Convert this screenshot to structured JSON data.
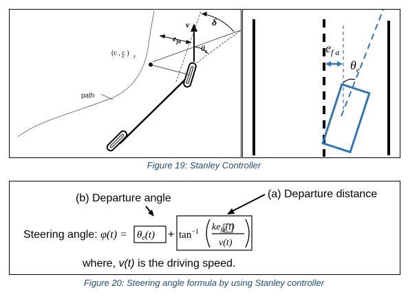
{
  "figure19": {
    "caption": "Figure 19: Stanley Controller",
    "left_panel": {
      "v_label": "v",
      "delta_label": "δ",
      "efa_label_main": "e",
      "efa_label_sub": "fa",
      "theta_label_main": "θ",
      "theta_label_sub": "e",
      "point_label": "(c , c )",
      "point_sub_x": "x",
      "point_sub_y": "y",
      "path_label": "path"
    },
    "right_panel": {
      "efa_label_main": "e",
      "efa_label_sub": "f a",
      "theta_label_main": "θ",
      "theta_label_sub": "e",
      "accent_color": "#2e75b6"
    }
  },
  "figure20": {
    "caption": "Figure 20: Steering angle formula by using Stanley controller",
    "departure_angle": "(b) Departure angle",
    "departure_distance": "(a) Departure distance",
    "steering_label": "Steering angle: ",
    "phi": "φ(t) =",
    "theta_box_main": "θ",
    "theta_box_sub": "e",
    "theta_box_arg": "(t)",
    "plus": "+",
    "tan": "tan",
    "tan_sup": "−1",
    "numerator_k": "ke",
    "numerator_sub": "fa",
    "numerator_arg": "(t)",
    "denominator": "v(t)",
    "where_prefix": "where, ",
    "where_var": "v(t)",
    "where_suffix": " is the driving speed."
  }
}
